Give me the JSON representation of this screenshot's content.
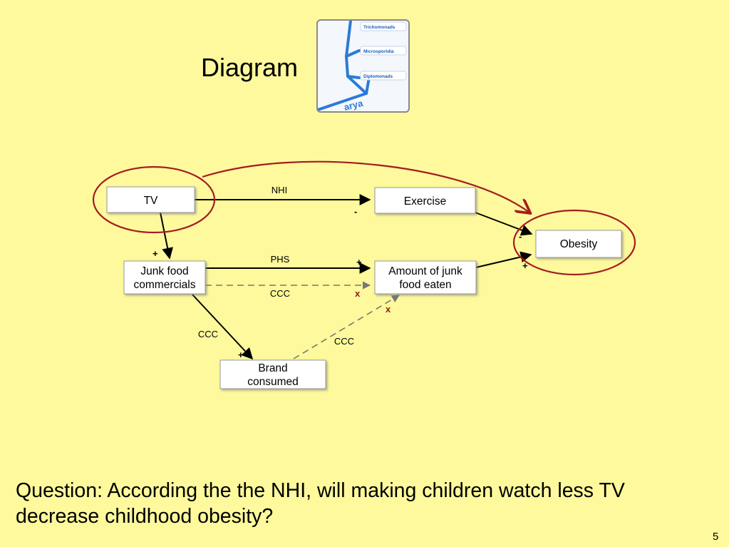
{
  "title": "Diagram",
  "thumbnail": {
    "labels": [
      "Trichomonads",
      "Microsporidia",
      "Diplomonads"
    ],
    "bottom_text": "arya",
    "branch_color": "#2a7bd6"
  },
  "nodes": {
    "tv": [
      "TV"
    ],
    "exercise": [
      "Exercise"
    ],
    "obesity": [
      "Obesity"
    ],
    "junk": [
      "Junk food",
      "commercials"
    ],
    "amount": [
      "Amount of junk",
      "food eaten"
    ],
    "brand": [
      "Brand",
      "consumed"
    ]
  },
  "edge_labels": {
    "nhi": "NHI",
    "phs": "PHS",
    "ccc_dashed": "CCC",
    "ccc_junk_brand": "CCC",
    "ccc_brand_amount": "CCC"
  },
  "signs": {
    "tv_exercise": "-",
    "tv_junk": "+",
    "junk_amount": "+",
    "exercise_obesity": "-",
    "amount_obesity": "+",
    "junk_brand": "+",
    "x_dashed": "x",
    "x_brand": "x"
  },
  "colors": {
    "background": "#fdf99c",
    "highlight": "#a51c22",
    "dashed_edge": "#777777",
    "edge": "#000000"
  },
  "question": "Question: According the the NHI, will making children watch less TV decrease childhood obesity?",
  "page_number": "5"
}
